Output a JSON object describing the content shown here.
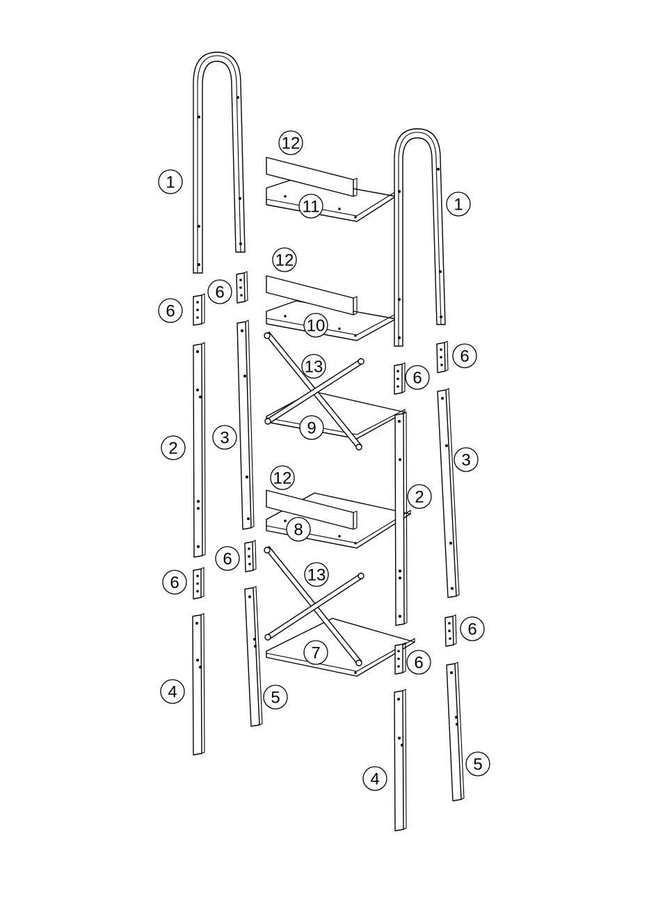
{
  "labels": {
    "c1": "1",
    "c2": "2",
    "c3": "3",
    "c4": "4",
    "c5": "5",
    "c6": "6",
    "c7": "7",
    "c8": "8",
    "c9": "9",
    "c10": "10",
    "c11": "11",
    "c12": "12",
    "c13": "13"
  },
  "colors": {
    "line": "#000000",
    "background": "#ffffff"
  }
}
